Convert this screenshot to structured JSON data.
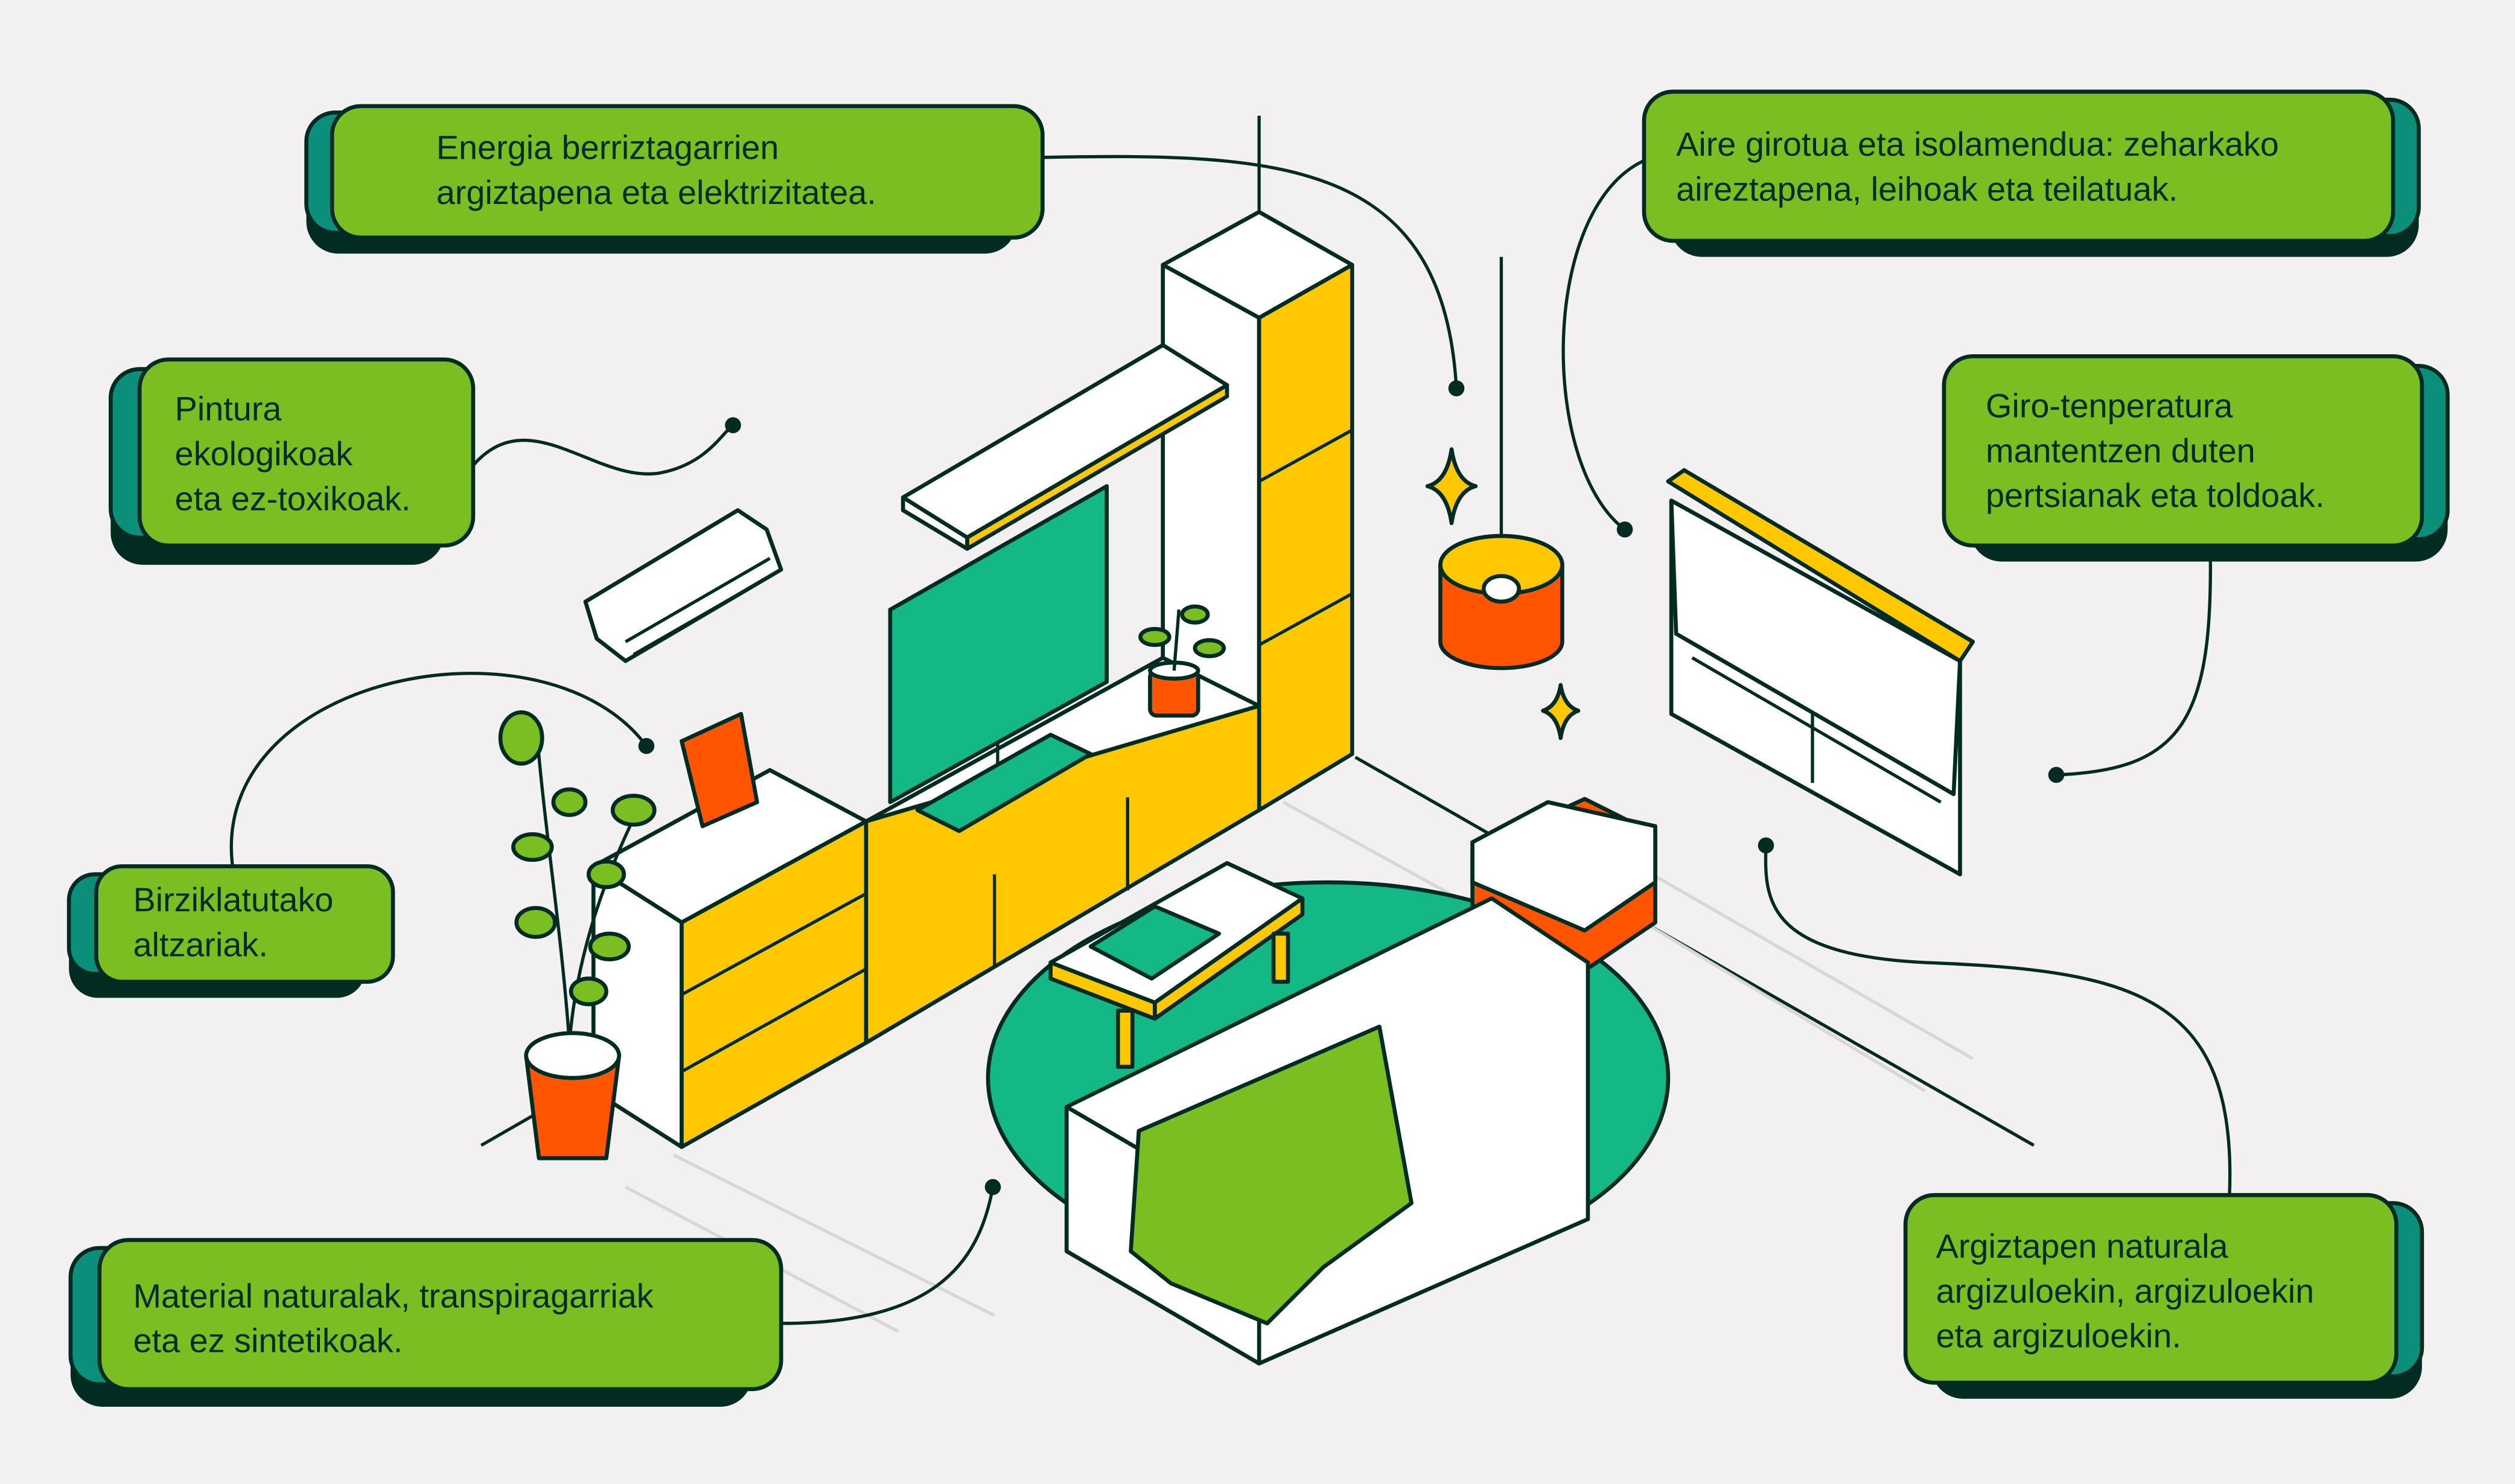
{
  "colors": {
    "background": "#f2f0f0",
    "callout_green": "#7abe21",
    "callout_side": "#0b8f7a",
    "outline": "#022b22",
    "yellow": "#ffc800",
    "orange": "#ff5500",
    "tv_green": "#13b886"
  },
  "callouts": [
    {
      "id": "energy",
      "lines": [
        "Energia berriztagarrien",
        "argiztapena eta elektrizitatea."
      ]
    },
    {
      "id": "paint",
      "lines": [
        "Pintura",
        "ekologikoak",
        "eta ez-toxikoak."
      ]
    },
    {
      "id": "recycled",
      "lines": [
        "Birziklatutako",
        "altzariak."
      ]
    },
    {
      "id": "materials",
      "lines": [
        "Material naturalak, transpiragarriak",
        "eta ez sintetikoak."
      ]
    },
    {
      "id": "air",
      "lines": [
        "Aire girotua eta isolamendua: zeharkako",
        "aireztapena, leihoak eta teilatuak."
      ]
    },
    {
      "id": "blinds",
      "lines": [
        "Giro-tenperatura",
        "mantentzen duten",
        "pertsianak eta toldoak."
      ]
    },
    {
      "id": "light",
      "lines": [
        "Argiztapen naturala",
        "argizuloekin, argizuloekin",
        "eta argizuloekin."
      ]
    }
  ]
}
